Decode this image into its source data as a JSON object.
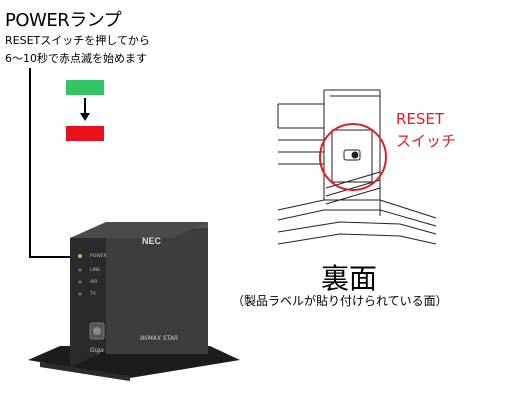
{
  "callout": {
    "title": "POWERランプ",
    "line1": "RESETスイッチを押してから",
    "line2": "6〜10秒で赤点滅を始めます",
    "lamp_before_color": "#33c466",
    "lamp_after_color": "#e8101a"
  },
  "reset": {
    "line1": "RESET",
    "line2": "スイッチ",
    "color": "#e31c23"
  },
  "back": {
    "title": "裏面",
    "note": "（製品ラベルが貼り付けられている面）"
  },
  "device": {
    "brand": "NEC",
    "leds": [
      "POWER",
      "LINK",
      "AIR",
      "TV"
    ],
    "logo": "WiMAX STAR",
    "footer": "Giga"
  }
}
